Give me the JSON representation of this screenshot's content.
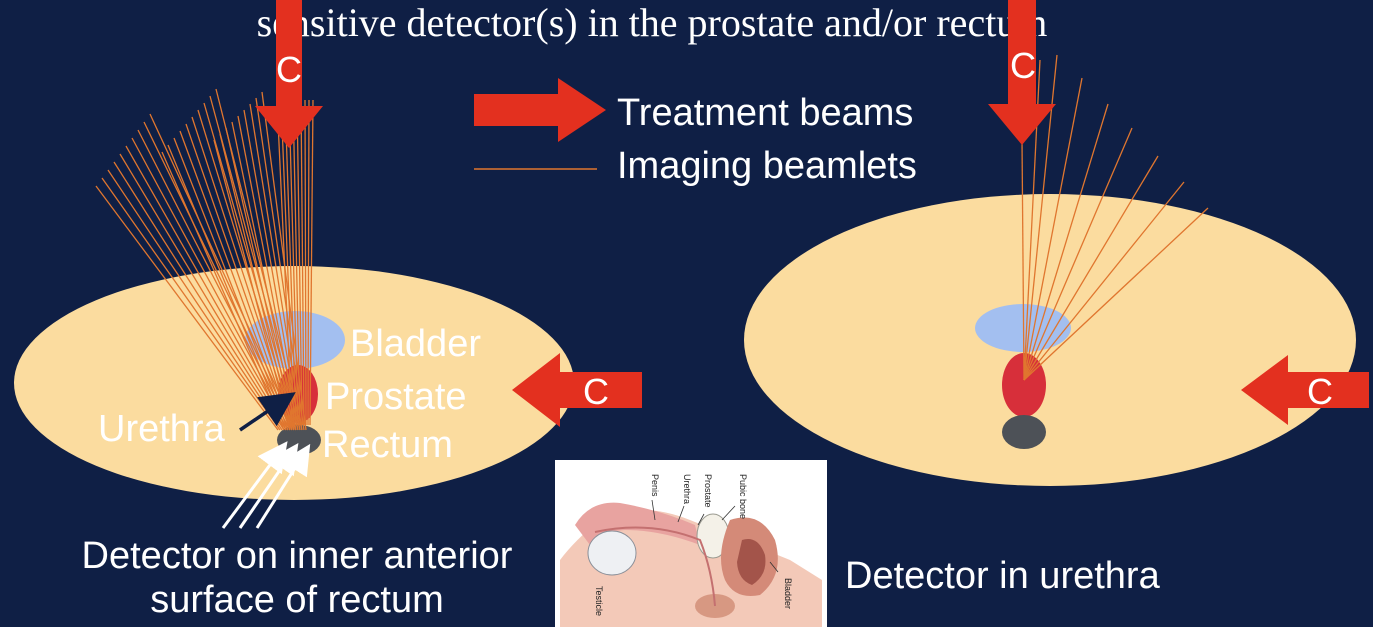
{
  "title_fragment": "sensitive detector(s) in the prostate and/or rectum",
  "legend": {
    "treatment_label": "Treatment beams",
    "imaging_label": "Imaging beamlets"
  },
  "left_panel": {
    "beam_labels": [
      "C",
      "C"
    ],
    "organs": {
      "bladder": "Bladder",
      "prostate": "Prostate",
      "rectum": "Rectum",
      "urethra": "Urethra"
    },
    "caption": [
      "Detector on inner anterior",
      "surface of rectum"
    ]
  },
  "right_panel": {
    "beam_labels": [
      "C",
      "C"
    ],
    "caption": "Detector in urethra"
  },
  "inset": {
    "labels": [
      "Penis",
      "Urethra",
      "Prostate",
      "Pubic bone",
      "Bladder",
      "Testicle"
    ]
  },
  "colors": {
    "background": "#0f1f45",
    "body": "#fbdc9f",
    "bladder": "#a3bff0",
    "prostate": "#d72f3a",
    "rectum": "#4d5157",
    "treatment_beam": "#e3301f",
    "imaging_beamlet": "#e0762f"
  },
  "icons": [
    "treatment-beam-arrow",
    "imaging-beamlet-line",
    "pointer-arrow"
  ]
}
